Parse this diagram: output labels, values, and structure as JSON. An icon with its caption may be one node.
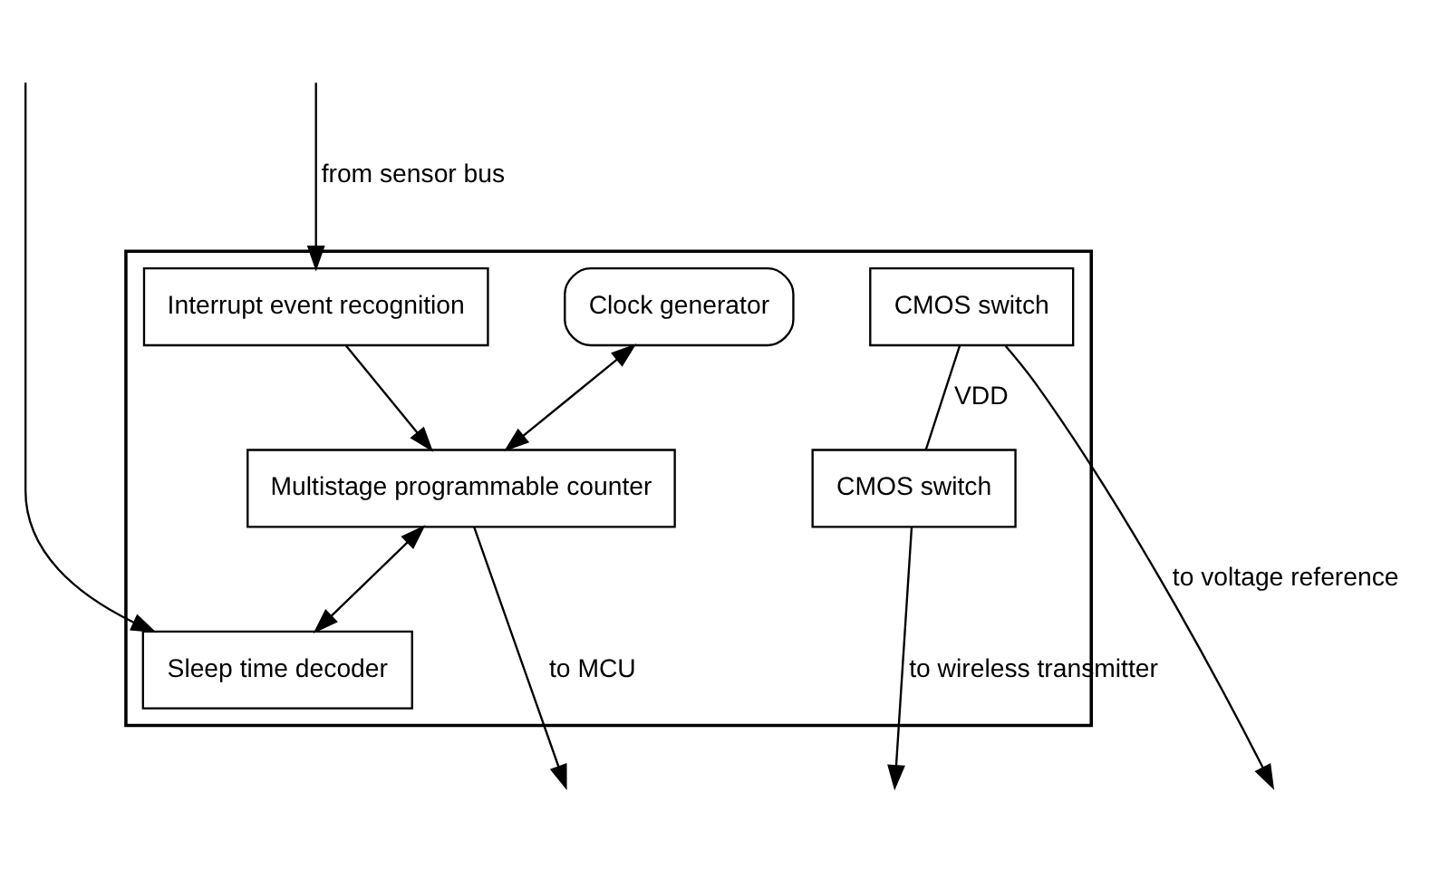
{
  "diagram": {
    "nodes": [
      {
        "text": [],
        "shape": "box"
      },
      {
        "text": [
          "CMOS switch"
        ],
        "in": 0
      },
      {
        "text": [
          "CMOS switch"
        ],
        "in": 0
      },
      {
        "text": [
          "Clock generator"
        ],
        "in": 0
      },
      {
        "text": [
          "Interrupt event recognition"
        ],
        "in": 0
      },
      {
        "text": [
          "Multistage programmable counter"
        ],
        "in": 0
      },
      {
        "text": [
          "Sleep time decoder"
        ],
        "in": 0
      }
    ],
    "edges": [
      {
        "from": 1,
        "to": null,
        "arrow": "to",
        "label": "to voltage reference"
      },
      {
        "from": 2,
        "to": null,
        "arrow": "to",
        "label": "to wireless transmitter"
      },
      {
        "from": 1,
        "to": 2,
        "arrow": "none",
        "label": "VDD"
      },
      {
        "from": null,
        "to": 4,
        "arrow": "to",
        "label": "from sensor bus"
      },
      {
        "from": 3,
        "to": 5,
        "arrow": "both"
      },
      {
        "from": 4,
        "to": 5,
        "arrow": "to"
      },
      {
        "from": 5,
        "to": 6,
        "arrow": "both"
      },
      {
        "from": null,
        "to": 6,
        "arrow": "to"
      },
      {
        "from": 5,
        "to": null,
        "arrow": "to",
        "label": "to MCU"
      }
    ]
  }
}
